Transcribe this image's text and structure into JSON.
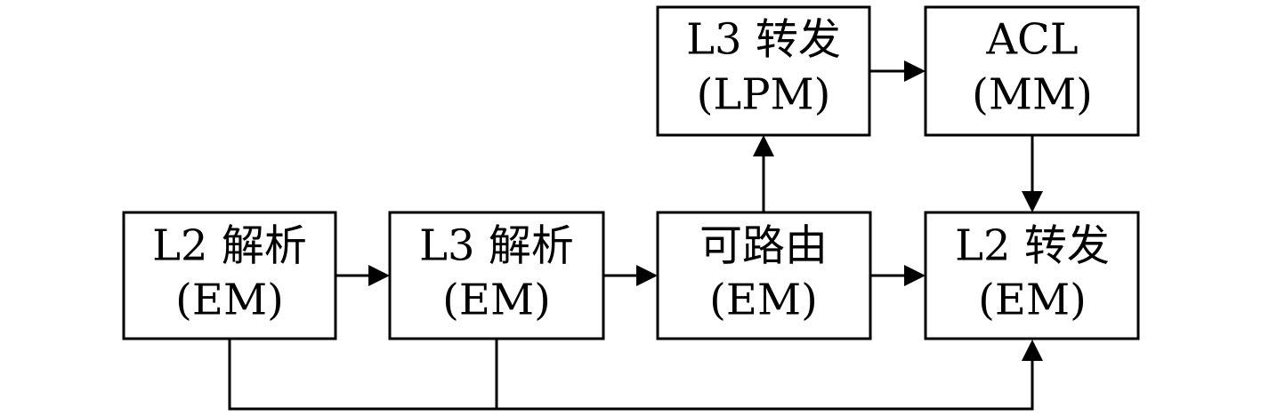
{
  "nodes": {
    "l2_parse": {
      "line1": "L2 解析",
      "line2": "(EM)"
    },
    "l3_parse": {
      "line1": "L3 解析",
      "line2": "(EM)"
    },
    "routable": {
      "line1": "可路由",
      "line2": "(EM)"
    },
    "l2_forward": {
      "line1": "L2 转发",
      "line2": "(EM)"
    },
    "l3_forward": {
      "line1": "L3 转发",
      "line2": "(LPM)"
    },
    "acl": {
      "line1": "ACL",
      "line2": "(MM)"
    }
  },
  "edges": [
    {
      "from": "l2_parse",
      "to": "l3_parse"
    },
    {
      "from": "l3_parse",
      "to": "routable"
    },
    {
      "from": "routable",
      "to": "l2_forward"
    },
    {
      "from": "routable",
      "to": "l3_forward"
    },
    {
      "from": "l3_forward",
      "to": "acl"
    },
    {
      "from": "acl",
      "to": "l2_forward"
    },
    {
      "from": "l2_parse",
      "to": "l2_forward"
    },
    {
      "from": "l3_parse",
      "to": "l2_forward"
    }
  ]
}
